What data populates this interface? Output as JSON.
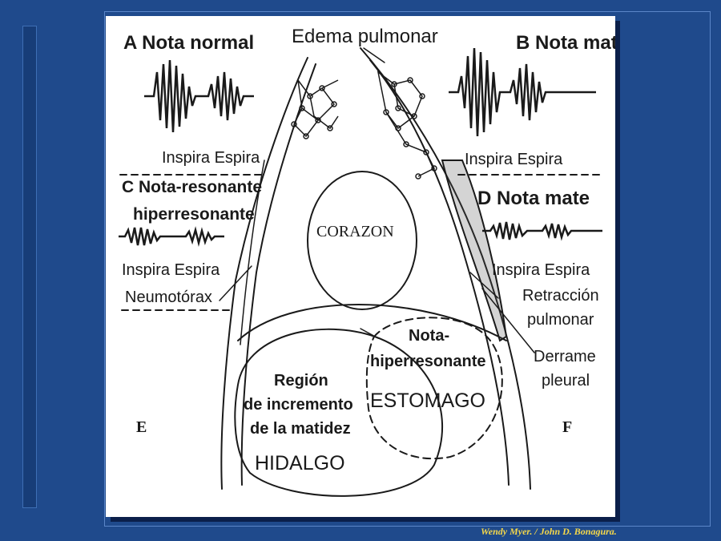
{
  "title": "Edema pulmonar",
  "sections": {
    "a": {
      "label": "A Nota normal",
      "breath": "Inspira Espira"
    },
    "b": {
      "label": "B Nota mate",
      "breath": "Inspira Espira"
    },
    "c": {
      "label_line1": "C Nota-resonante",
      "label_line2": "hiperresonante",
      "breath": "Inspira Espira",
      "cause": "Neumotórax"
    },
    "d": {
      "label": "D Nota mate",
      "breath": "Inspira Espira",
      "cause1_line1": "Retracción",
      "cause1_line2": "pulmonar",
      "cause2_line1": "Derrame",
      "cause2_line2": "pleural"
    }
  },
  "organs": {
    "heart": "CORAZON",
    "stomach": "ESTOMAGO",
    "stomach_note_line1": "Nota-",
    "stomach_note_line2": "hiperresonante",
    "liver": "HIDALGO",
    "liver_note_line1": "Región",
    "liver_note_line2": "de incremento",
    "liver_note_line3": "de la matidez"
  },
  "corner_labels": {
    "e": "E",
    "f": "F"
  },
  "credit": "Wendy Myer. /  John D. Bonagura.",
  "colors": {
    "background": "#1f4a8c",
    "panel": "#ffffff",
    "ink": "#1a1a1a",
    "credit": "#f5d84a"
  }
}
